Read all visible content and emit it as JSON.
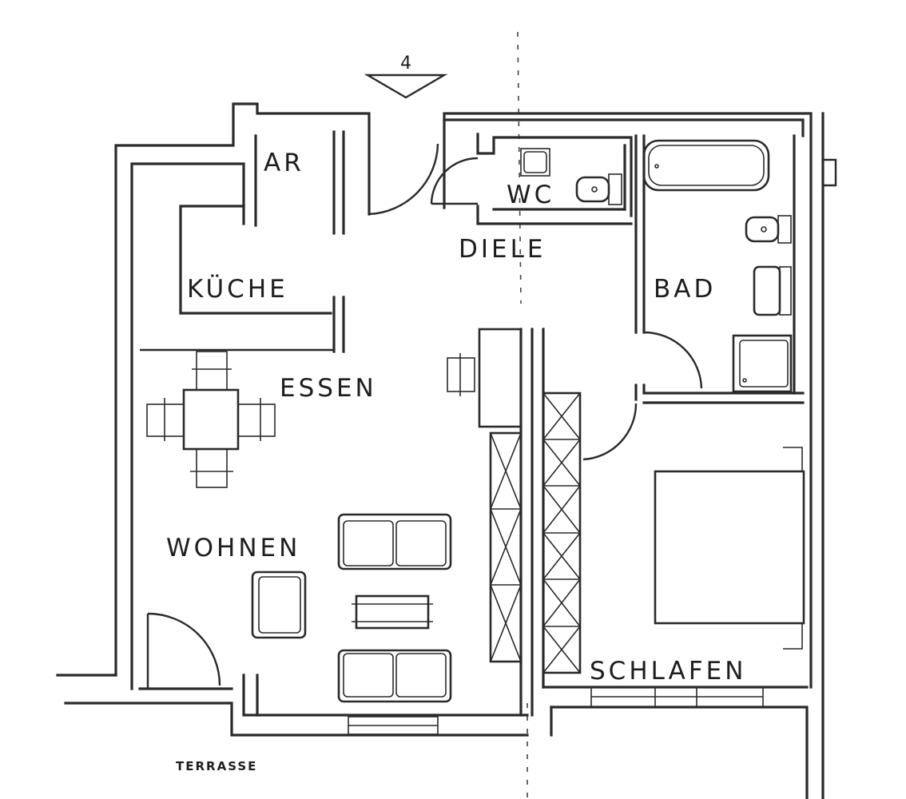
{
  "plan": {
    "orientation_marker": "4",
    "rooms": {
      "ar": "AR",
      "wc": "WC",
      "diele": "DIELE",
      "kueche": "KÜCHE",
      "bad": "BAD",
      "essen": "ESSEN",
      "wohnen": "WOHNEN",
      "schlafen": "SCHLAFEN"
    },
    "outdoor": {
      "terrasse": "TERRASSE"
    }
  }
}
